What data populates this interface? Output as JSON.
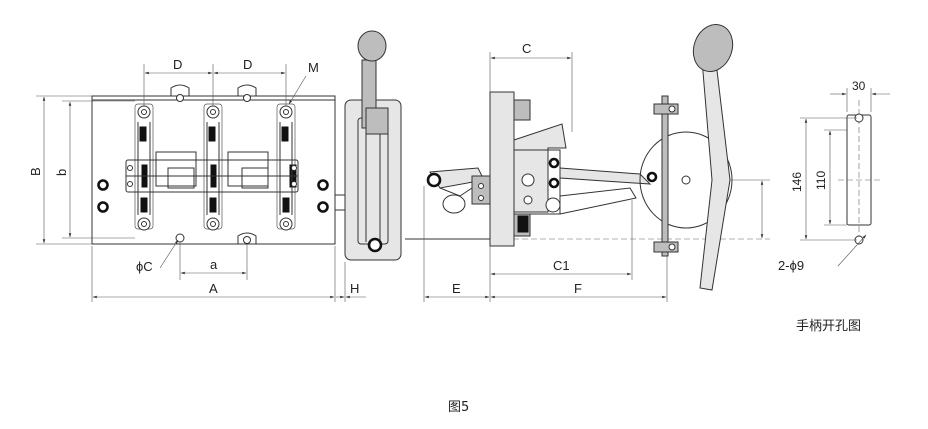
{
  "front_view": {
    "labels": {
      "A": "A",
      "B": "B",
      "b": "b",
      "a": "a",
      "D1": "D",
      "D2": "D",
      "M": "M",
      "phiC": "ϕC"
    }
  },
  "side_view": {
    "labels": {
      "H": "H"
    }
  },
  "right_view": {
    "labels": {
      "C": "C",
      "C1": "C1",
      "E": "E",
      "F": "F"
    }
  },
  "handle_hole": {
    "dims": {
      "width": "30",
      "height_outer": "146",
      "height_inner": "110",
      "holes": "2-ϕ9"
    },
    "caption": "手柄开孔图"
  },
  "figure_caption": "图5"
}
